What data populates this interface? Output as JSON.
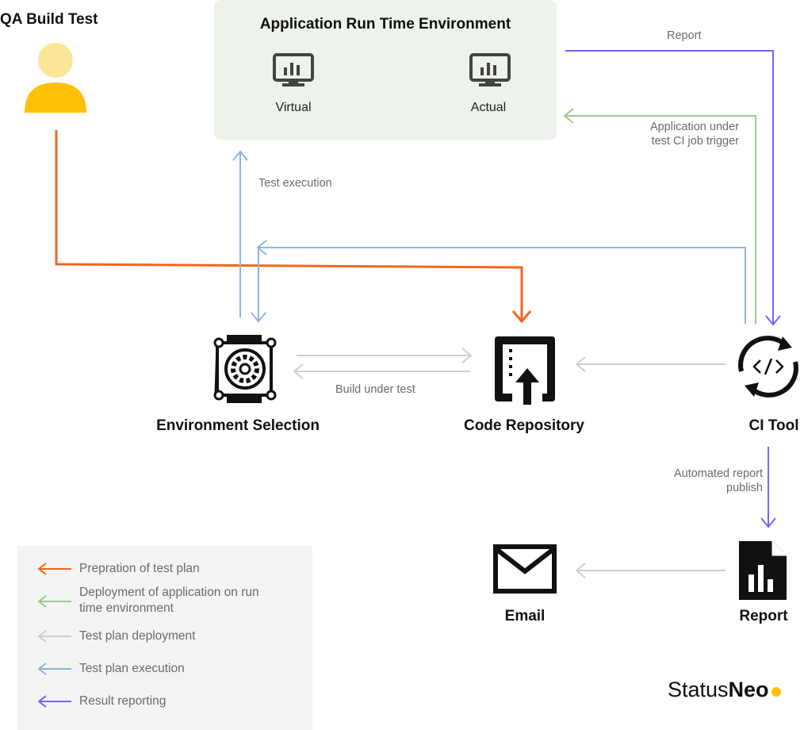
{
  "qa": {
    "title": "QA Build Test"
  },
  "env": {
    "title": "Application Run Time Environment",
    "virtual": "Virtual",
    "actual": "Actual"
  },
  "nodes": {
    "environment_selection": "Environment Selection",
    "code_repository": "Code Repository",
    "ci_tool": "CI Tool",
    "email": "Email",
    "report": "Report"
  },
  "edges": {
    "report": "Report",
    "app_under_test_line1": "Application under",
    "app_under_test_line2": "test CI job trigger",
    "test_execution": "Test execution",
    "build_under_test": "Build under test",
    "auto_report_line1": "Automated report",
    "auto_report_line2": "publish"
  },
  "legend": [
    {
      "color": "#f26522",
      "line1": "Prepration of test plan",
      "line2": ""
    },
    {
      "color": "#9dc88d",
      "line1": "Deployment of application on run",
      "line2": "time environment"
    },
    {
      "color": "#cfcfcf",
      "line1": "Test plan deployment",
      "line2": ""
    },
    {
      "color": "#8eb4e0",
      "line1": "Test plan execution",
      "line2": ""
    },
    {
      "color": "#7b61ff",
      "line1": "Result reporting",
      "line2": ""
    }
  ],
  "brand": {
    "part1": "Status",
    "part2": "Neo"
  },
  "colors": {
    "orange": "#f26522",
    "green": "#9dc88d",
    "gray": "#cfcfcf",
    "blue": "#8eb4e0",
    "purple": "#7b61ff",
    "user_head": "#fde59a",
    "user_body": "#ffc107",
    "brand_dot": "#ffc107"
  }
}
